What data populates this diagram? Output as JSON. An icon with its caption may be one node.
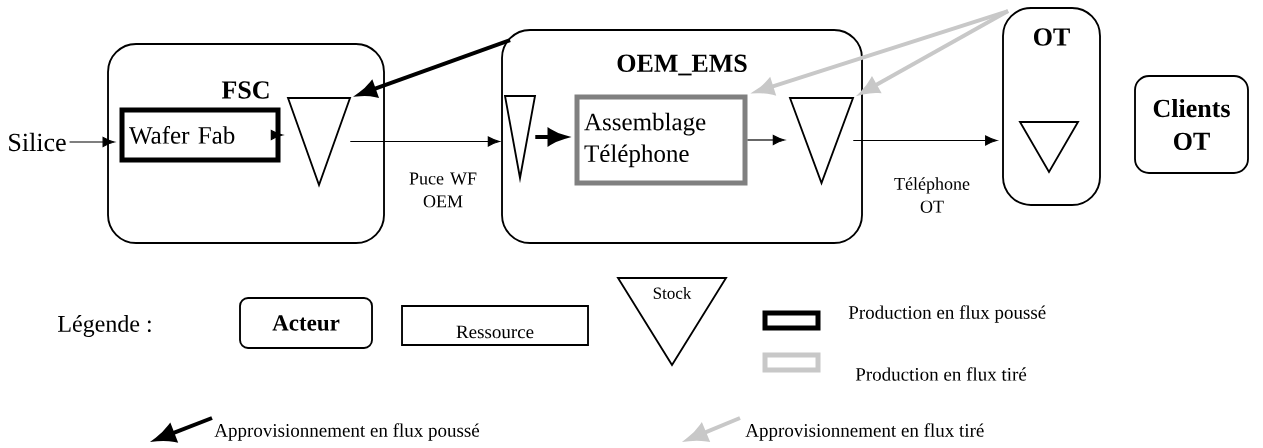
{
  "diagram": {
    "nodes": [
      {
        "text": [
          "FSC"
        ]
      },
      {
        "text": [
          "Wafer Fab"
        ],
        "in": 0
      },
      {
        "text": [],
        "shape": "triangle",
        "in": 0
      },
      {
        "text": [
          "OEM_EMS"
        ]
      },
      {
        "text": [],
        "shape": "triangle",
        "in": 3
      },
      {
        "text": [
          "Assemblage Téléphone"
        ],
        "in": 3
      },
      {
        "text": [],
        "shape": "triangle",
        "in": 3
      },
      {
        "text": [
          "OT"
        ]
      },
      {
        "text": [],
        "shape": "triangle",
        "in": 7
      },
      {
        "text": [
          "Clients OT"
        ]
      },
      {
        "text": [
          "Silice"
        ]
      }
    ],
    "edges": [
      {
        "from": 10,
        "to": 1,
        "arrow": "to"
      },
      {
        "from": 1,
        "to": 2,
        "arrow": "to"
      },
      {
        "from": 2,
        "to": 4,
        "arrow": "to",
        "label": "Puce WF OEM"
      },
      {
        "from": 4,
        "to": 5,
        "arrow": "to",
        "style": "thick"
      },
      {
        "from": 5,
        "to": 6,
        "arrow": "to"
      },
      {
        "from": 6,
        "to": 7,
        "arrow": "to",
        "label": "Téléphone OT"
      },
      {
        "from": 3,
        "to": 2,
        "arrow": "to",
        "style": "thick"
      },
      {
        "from": 7,
        "to": 5,
        "arrow": "to",
        "style": "thick",
        "color": "#c8c8c8"
      },
      {
        "from": 7,
        "to": 6,
        "arrow": "to",
        "style": "thick",
        "color": "#c8c8c8"
      }
    ],
    "labels": [
      "Légende :"
    ],
    "legend": [
      {
        "text": "Acteur"
      },
      {
        "text": "Ressource"
      },
      {
        "text": "Stock"
      },
      {
        "text": "Production en flux poussé"
      },
      {
        "text": "Production en flux tiré"
      },
      {
        "text": "Approvisionnement en flux poussé"
      },
      {
        "text": "Approvisionnement en flux tiré"
      }
    ]
  }
}
